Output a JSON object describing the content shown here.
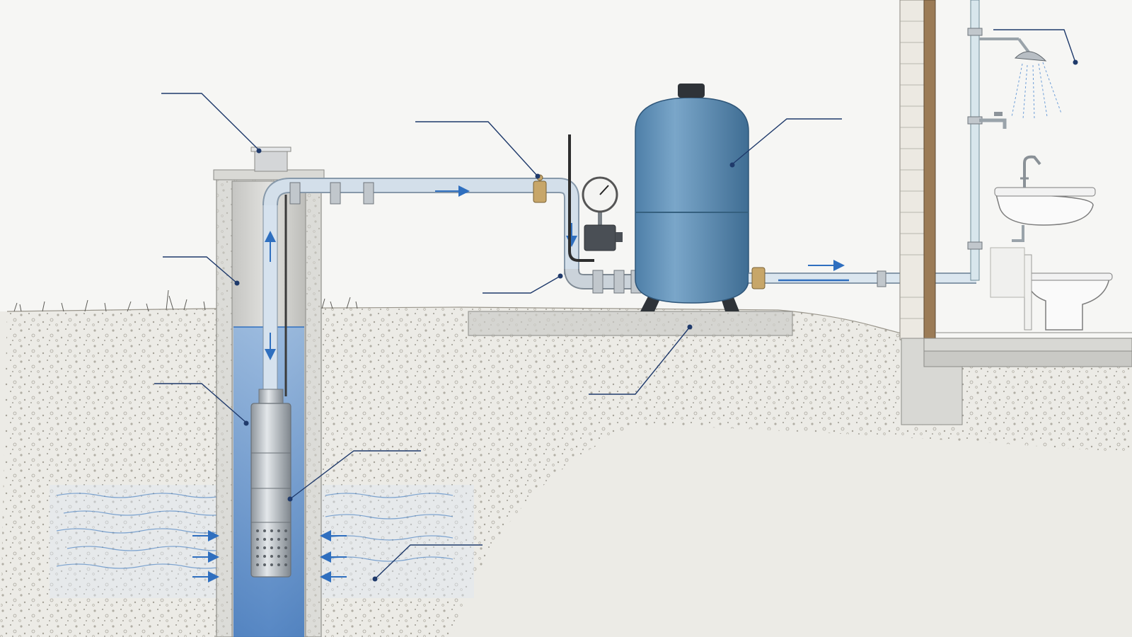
{
  "diagram": {
    "description_free": true,
    "colors": {
      "background": "#f6f6f4",
      "soil": "#ebe9e3",
      "soil_speckle": "#9b978d",
      "water": "#4f86c6",
      "water_light": "#a9c6e8",
      "tank": "#5f8fb6",
      "tank_dark": "#3f6f96",
      "pipe": "#c9d1d8",
      "metal": "#b8bec4",
      "brass": "#b8975a",
      "concrete": "#cfcfcb",
      "leader_line": "#1f3a6b",
      "flow_arrow": "#2f6fbf",
      "wall": "#e9e6df",
      "wall_trim": "#8a6d4f"
    },
    "components": [
      {
        "id": "well-cap",
        "icon": "well-cap-icon"
      },
      {
        "id": "well-casing",
        "icon": "well-casing-icon"
      },
      {
        "id": "drop-pipe",
        "icon": "drop-pipe-icon"
      },
      {
        "id": "submersible-pump",
        "icon": "pump-icon"
      },
      {
        "id": "aquifer",
        "icon": "aquifer-icon"
      },
      {
        "id": "check-valve",
        "icon": "valve-icon"
      },
      {
        "id": "pressure-switch",
        "icon": "pressure-switch-icon"
      },
      {
        "id": "pressure-tank",
        "icon": "tank-icon"
      },
      {
        "id": "concrete-pad",
        "icon": "pad-icon"
      },
      {
        "id": "house-fixtures",
        "icon": "fixtures-icon"
      }
    ]
  }
}
